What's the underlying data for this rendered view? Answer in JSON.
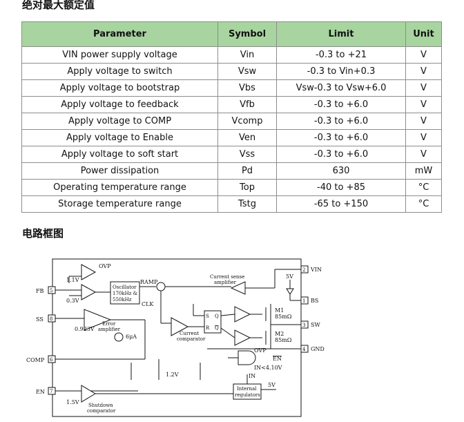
{
  "section_title_1": "绝对最大额定值",
  "section_title_2": "电路框图",
  "table": {
    "headers": [
      "Parameter",
      "Symbol",
      "Limit",
      "Unit"
    ],
    "rows": [
      [
        "VIN power supply voltage",
        "Vin",
        "-0.3 to +21",
        "V"
      ],
      [
        "Apply voltage to switch",
        "Vsw",
        "-0.3 to Vin+0.3",
        "V"
      ],
      [
        "Apply voltage to bootstrap",
        "Vbs",
        "Vsw-0.3 to Vsw+6.0",
        "V"
      ],
      [
        "Apply voltage to feedback",
        "Vfb",
        "-0.3 to +6.0",
        "V"
      ],
      [
        "Apply voltage to COMP",
        "Vcomp",
        "-0.3 to +6.0",
        "V"
      ],
      [
        "Apply voltage to Enable",
        "Ven",
        "-0.3 to +6.0",
        "V"
      ],
      [
        "Apply voltage to soft start",
        "Vss",
        "-0.3 to +6.0",
        "V"
      ],
      [
        "Power dissipation",
        "Pd",
        "630",
        "mW"
      ],
      [
        "Operating temperature range",
        "Top",
        "-40 to +85",
        "°C"
      ],
      [
        "Storage temperature range",
        "Tstg",
        "-65 to +150",
        "°C"
      ]
    ]
  },
  "diagram": {
    "pins": {
      "fb": {
        "num": "5",
        "label": "FB"
      },
      "ss": {
        "num": "8",
        "label": "SS"
      },
      "comp": {
        "num": "6",
        "label": "COMP"
      },
      "en": {
        "num": "7",
        "label": "EN"
      },
      "vin": {
        "num": "2",
        "label": "VIN"
      },
      "bs": {
        "num": "1",
        "label": "BS"
      },
      "sw": {
        "num": "3",
        "label": "SW"
      },
      "gnd": {
        "num": "4",
        "label": "GND"
      }
    },
    "labels": {
      "ovp": "OVP",
      "v11": "1.1V",
      "v03": "0.3V",
      "osc1": "Oscillator",
      "osc2": "170kHz &",
      "osc3": "550kHz",
      "ramp": "RAMP",
      "clk": "CLK",
      "cs1": "Current sense",
      "cs2": "amplifier",
      "v5": "5V",
      "m1": "M1",
      "m1r": "85mΩ",
      "m2": "M2",
      "m2r": "85mΩ",
      "ea1": "Error",
      "ea2": "amplifier",
      "v0923": "0.923V",
      "i6u": "6μA",
      "cc1": "Current",
      "cc2": "comparator",
      "s": "S",
      "r": "R",
      "q": "Q",
      "qb": "Q",
      "ovp2": "OVP",
      "enb": "EN",
      "inlt": "IN<4.10V",
      "v12": "1.2V",
      "in": "IN",
      "ir1": "Internal",
      "ir2": "regulators",
      "v5b": "5V",
      "v15": "1.5V",
      "sd1": "Shutdown",
      "sd2": "comparator"
    }
  }
}
